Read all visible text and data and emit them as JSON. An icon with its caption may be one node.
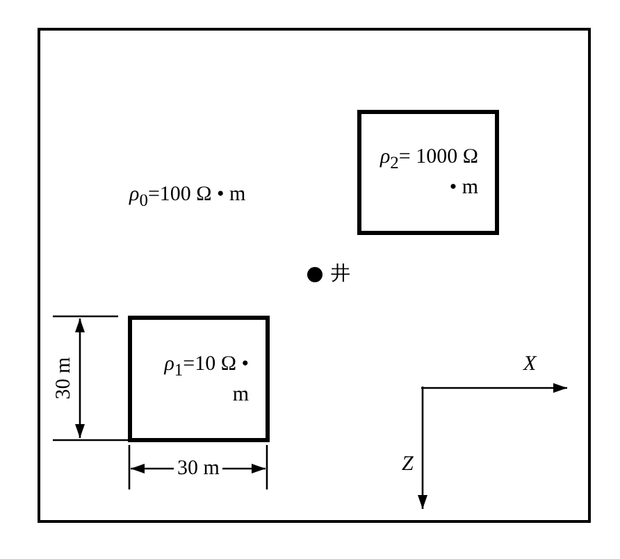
{
  "diagram": {
    "nodes": [
      {
        "text": [
          "*ρ*$_{0}$=100 Ω • m"
        ]
      },
      {
        "text": [
          "*ρ*$_{2}$= 1000 Ω • m"
        ],
        "in": 0
      },
      {
        "text": [],
        "shape": "circle",
        "beside": [
          "井"
        ],
        "in": 0
      },
      {
        "text": [
          "*ρ*$_{1}$=10 Ω • m"
        ],
        "in": 0
      }
    ],
    "labels": [
      "30 m",
      "30 m",
      "X",
      "Z"
    ]
  }
}
